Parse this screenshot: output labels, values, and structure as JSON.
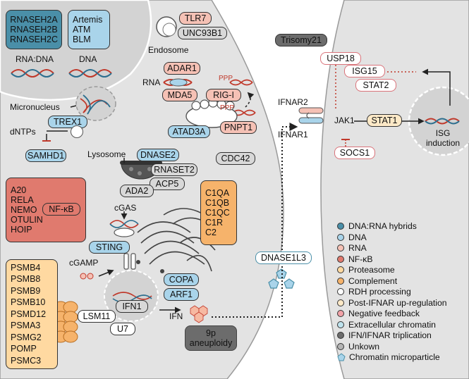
{
  "colors": {
    "dna_rna_hybrid": "#4a8fa8",
    "dna": "#a9d4ea",
    "rna": "#f5c1b5",
    "nfkb": "#e07a6e",
    "proteasome": "#ffd9a1",
    "complement": "#f6b36b",
    "rdh": "#ffffff",
    "post_ifnar": "#fde9c7",
    "negative_feedback": "#f1a2a7",
    "extracellular_chromatin": "#bfe3ee",
    "ifn_triplication": "#6c6c6c",
    "unknown": "#b5b5b5",
    "microparticle": "#a9d4ea",
    "cell_fill": "#e3e3e3",
    "nucleus_fill": "#d3d3d3"
  },
  "nodes": {
    "rnaseh": [
      "RNASEH2A",
      "RNASEH2B",
      "RNASEH2C"
    ],
    "dna_sensors": [
      "Artemis",
      "ATM",
      "BLM"
    ],
    "rna_dna_label": "RNA:DNA",
    "dna_label": "DNA",
    "micronucleus": "Micronucleus",
    "trex1": "TREX1",
    "dntps": "dNTPs",
    "samhd1": "SAMHD1",
    "tlr7": "TLR7",
    "unc93b1": "UNC93B1",
    "endosome": "Endosome",
    "adar1": "ADAR1",
    "rna_label": "RNA",
    "mda5": "MDA5",
    "rigi": "RIG-I",
    "ppp_top": "PPP",
    "ppp_bottom": "PPP",
    "atad3a": "ATAD3A",
    "pnpt1": "PNPT1",
    "cdc42": "CDC42",
    "lysosome": "Lysosome",
    "dnase2": "DNASE2",
    "rnaset2": "RNASET2",
    "acp5": "ACP5",
    "ada2": "ADA2",
    "nfkb_group": [
      "A20",
      "RELA",
      "NEMO",
      "OTULIN",
      "HOIP"
    ],
    "nfkb": "NF-κB",
    "complement": [
      "C1QA",
      "C1QB",
      "C1QC",
      "C1R",
      "C2"
    ],
    "cgas": "cGAS",
    "sting": "STING",
    "cgamp": "cGAMP",
    "copa": "COPA",
    "arf1": "ARF1",
    "proteasome": [
      "PSMB4",
      "PSMB8",
      "PSMB9",
      "PSMB10",
      "PSMD12",
      "PSMA3",
      "PSMG2",
      "POMP",
      "PSMC3"
    ],
    "ifn1": "IFN1",
    "lsm11": "LSM11",
    "u7": "U7",
    "ifn": "IFN",
    "aneuploidy": [
      "9p",
      "aneuploidy"
    ],
    "dnase1l3": "DNASE1L3",
    "trisomy21": "Trisomy21",
    "usp18": "USP18",
    "isg15": "ISG15",
    "stat2": "STAT2",
    "ifnar2": "IFNAR2",
    "ifnar1": "IFNAR1",
    "jak1": "JAK1",
    "stat1": "STAT1",
    "isg_induction": [
      "ISG",
      "induction"
    ],
    "socs1": "SOCS1"
  },
  "legend": [
    {
      "label": "DNA:RNA hybrids",
      "color": "#4a8fa8",
      "shape": "dot"
    },
    {
      "label": "DNA",
      "color": "#a9d4ea",
      "shape": "dot"
    },
    {
      "label": "RNA",
      "color": "#f5c1b5",
      "shape": "dot"
    },
    {
      "label": "NF-κB",
      "color": "#e07a6e",
      "shape": "dot"
    },
    {
      "label": "Proteasome",
      "color": "#ffd9a1",
      "shape": "dot"
    },
    {
      "label": "Complement",
      "color": "#f6b36b",
      "shape": "dot"
    },
    {
      "label": "RDH processing",
      "color": "#ffffff",
      "shape": "dot"
    },
    {
      "label": "Post-IFNAR up-regulation",
      "color": "#fde9c7",
      "shape": "dot"
    },
    {
      "label": "Negative feedback",
      "color": "#f1a2a7",
      "shape": "dot"
    },
    {
      "label": "Extracellular chromatin",
      "color": "#bfe3ee",
      "shape": "dot"
    },
    {
      "label": "IFN/IFNAR triplication",
      "color": "#6c6c6c",
      "shape": "dot"
    },
    {
      "label": "Unkown",
      "color": "#b5b5b5",
      "shape": "dot"
    },
    {
      "label": "Chromatin microparticle",
      "color": "#a9d4ea",
      "shape": "pentagon"
    }
  ]
}
